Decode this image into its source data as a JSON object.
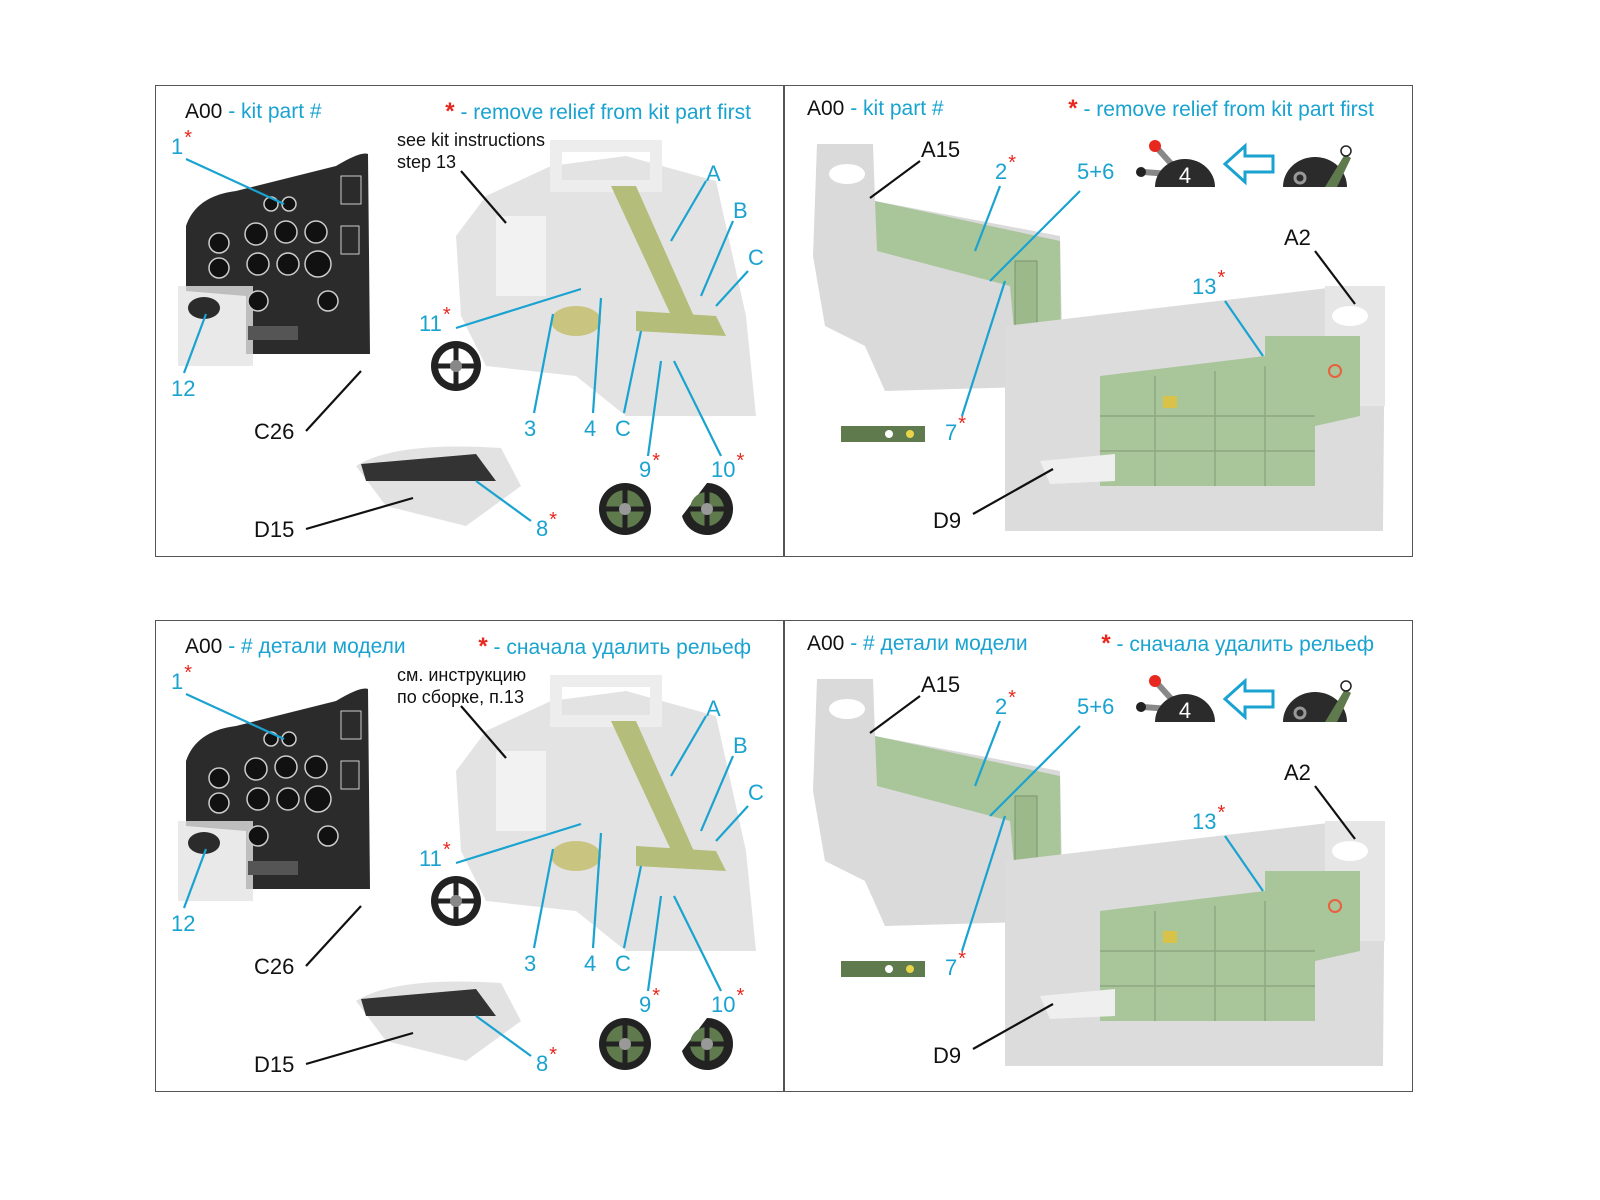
{
  "panels": [
    {
      "code": "A00",
      "legend": "- kit part #",
      "star_note": "- remove relief from kit part first",
      "note": "see kit instructions\nstep 13"
    },
    {
      "code": "A00",
      "legend": "- kit part #",
      "star_note": "- remove relief from kit part first"
    },
    {
      "code": "A00",
      "legend": "- # детали модели",
      "star_note": "- сначала удалить рельеф",
      "note": "см. инструкцию\nпо сборке, п.13"
    },
    {
      "code": "A00",
      "legend": "- # детали модели",
      "star_note": "- сначала удалить рельеф"
    }
  ],
  "left_labels": {
    "p1": "1",
    "p12": "12",
    "c26": "C26",
    "d15": "D15",
    "p3": "3",
    "p4": "4",
    "c_low": "C",
    "p9": "9",
    "p10": "10",
    "p8": "8",
    "p11": "11",
    "a": "A",
    "b": "B",
    "c": "C",
    "star": "*"
  },
  "right_labels": {
    "a15": "A15",
    "p2": "2",
    "p56": "5+6",
    "a2": "A2",
    "p13": "13",
    "p7": "7",
    "d9": "D9",
    "lever_number": "4",
    "star": "*"
  },
  "colors": {
    "accent": "#1aa3d0",
    "star": "#e8281e",
    "panel_green": "#a9c59a",
    "part_gray": "#dcdcdc"
  }
}
